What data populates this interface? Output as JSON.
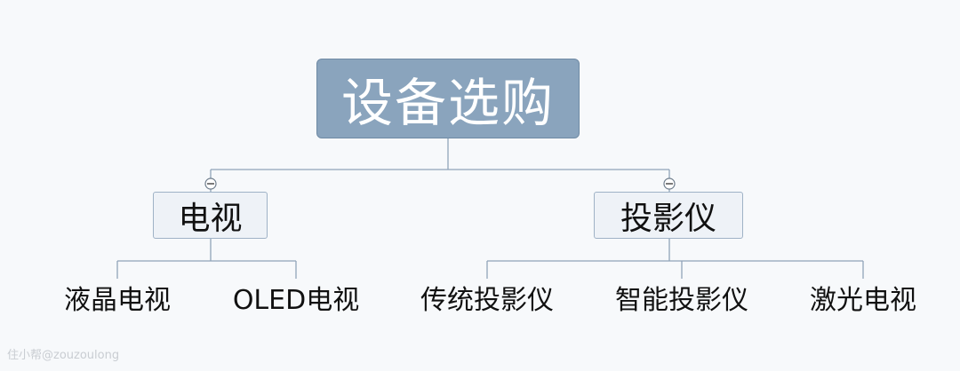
{
  "root": {
    "label": "设备选购"
  },
  "branches": [
    {
      "label": "电视",
      "leaves": [
        "液晶电视",
        "OLED电视"
      ]
    },
    {
      "label": "投影仪",
      "leaves": [
        "传统投影仪",
        "智能投影仪",
        "激光电视"
      ]
    }
  ],
  "watermark": "住小帮@zouzoulong",
  "colors": {
    "root_fill": "#8aa4bd",
    "branch_fill": "#eef2f7",
    "connector": "#8fa3b8",
    "background": "#f7f9fb"
  }
}
